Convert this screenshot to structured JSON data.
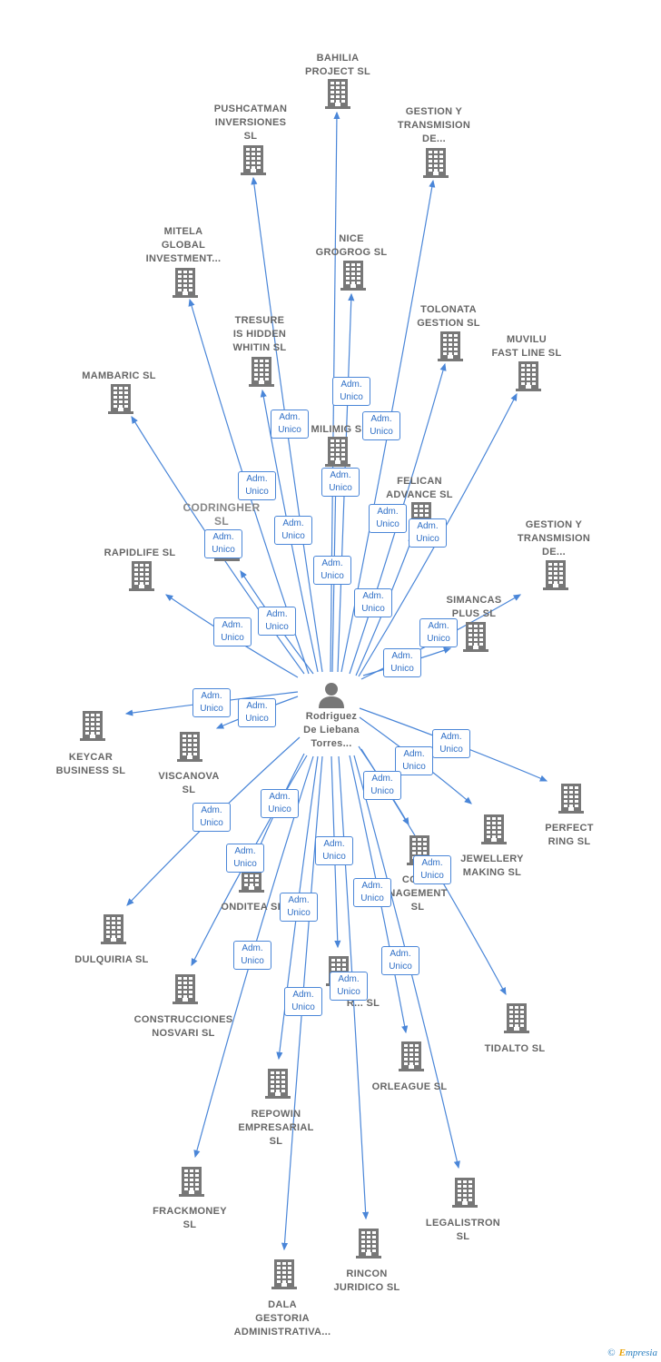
{
  "center": {
    "name_lines": [
      "Rodriguez",
      "De Liebana",
      "Torres..."
    ]
  },
  "role_label": [
    "Adm.",
    "Unico"
  ],
  "companies": [
    {
      "id": "bahilia",
      "lines": [
        "BAHILIA",
        "PROJECT SL"
      ]
    },
    {
      "id": "pushcatman",
      "lines": [
        "PUSHCATMAN",
        "INVERSIONES",
        "SL"
      ]
    },
    {
      "id": "gestion1",
      "lines": [
        "GESTION Y",
        "TRANSMISION",
        "DE..."
      ]
    },
    {
      "id": "mitela",
      "lines": [
        "MITELA",
        "GLOBAL",
        "INVESTMENT..."
      ]
    },
    {
      "id": "nice",
      "lines": [
        "NICE",
        "GROGROG SL"
      ]
    },
    {
      "id": "tolonata",
      "lines": [
        "TOLONATA",
        "GESTION SL"
      ]
    },
    {
      "id": "tresure",
      "lines": [
        "TRESURE",
        "IS HIDDEN",
        "WHITIN SL"
      ]
    },
    {
      "id": "muvilu",
      "lines": [
        "MUVILU",
        "FAST LINE SL"
      ]
    },
    {
      "id": "mambaric",
      "lines": [
        "MAMBARIC SL"
      ]
    },
    {
      "id": "milimig",
      "lines": [
        "MILIMIG SL"
      ]
    },
    {
      "id": "felican",
      "lines": [
        "FELICAN",
        "ADVANCE SL"
      ]
    },
    {
      "id": "codringher",
      "lines": [
        "CODRINGHER",
        "SL"
      ]
    },
    {
      "id": "gestion2",
      "lines": [
        "GESTION Y",
        "TRANSMISION",
        "DE..."
      ]
    },
    {
      "id": "rapidlife",
      "lines": [
        "RAPIDLIFE SL"
      ]
    },
    {
      "id": "simancas",
      "lines": [
        "SIMANCAS",
        "PLUS SL"
      ]
    },
    {
      "id": "keycar",
      "lines": [
        "KEYCAR",
        "BUSINESS SL"
      ]
    },
    {
      "id": "viscanova",
      "lines": [
        "VISCANOVA",
        "SL"
      ]
    },
    {
      "id": "perfect",
      "lines": [
        "PERFECT",
        "RING SL"
      ]
    },
    {
      "id": "jewellery",
      "lines": [
        "JEWELLERY",
        "MAKING SL"
      ]
    },
    {
      "id": "colmanagement",
      "lines": [
        "COL...",
        "NAGEMENT",
        "SL"
      ]
    },
    {
      "id": "onditea",
      "lines": [
        "ONDITEA SL"
      ]
    },
    {
      "id": "dulquiria",
      "lines": [
        "DULQUIRIA SL"
      ]
    },
    {
      "id": "construcciones",
      "lines": [
        "CONSTRUCCIONES",
        "NOSVARI SL"
      ]
    },
    {
      "id": "tidalto",
      "lines": [
        "TIDALTO SL"
      ]
    },
    {
      "id": "hiddenr",
      "lines": [
        "R... SL"
      ]
    },
    {
      "id": "orleague",
      "lines": [
        "ORLEAGUE SL"
      ]
    },
    {
      "id": "repowin",
      "lines": [
        "REPOWIN",
        "EMPRESARIAL",
        "SL"
      ]
    },
    {
      "id": "frackmoney",
      "lines": [
        "FRACKMONEY",
        "SL"
      ]
    },
    {
      "id": "legalistron",
      "lines": [
        "LEGALISTRON",
        "SL"
      ]
    },
    {
      "id": "rincon",
      "lines": [
        "RINCON",
        "JURIDICO SL"
      ]
    },
    {
      "id": "dala",
      "lines": [
        "DALA",
        "GESTORIA",
        "ADMINISTRATIVA..."
      ]
    }
  ],
  "brand": {
    "copyright": "©",
    "first": "E",
    "rest": "mpresia"
  },
  "colors": {
    "edge": "#4a86d8",
    "building": "#777777",
    "text": "#666666"
  }
}
